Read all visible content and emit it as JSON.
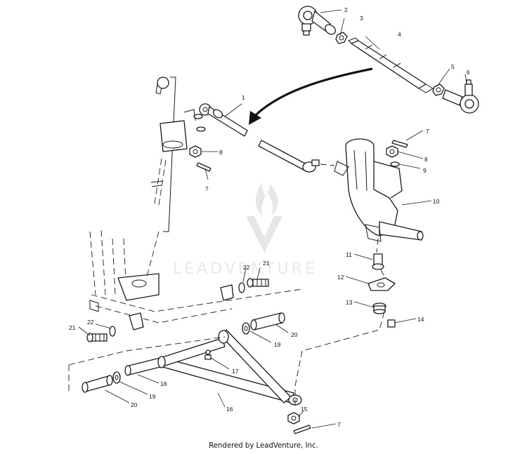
{
  "callouts": [
    {
      "id": "c1",
      "label": "1"
    },
    {
      "id": "c2",
      "label": "2"
    },
    {
      "id": "c3",
      "label": "3"
    },
    {
      "id": "c4",
      "label": "4"
    },
    {
      "id": "c5",
      "label": "5"
    },
    {
      "id": "c6",
      "label": "6"
    },
    {
      "id": "c7a",
      "label": "7"
    },
    {
      "id": "c8a",
      "label": "8"
    },
    {
      "id": "c9",
      "label": "9"
    },
    {
      "id": "c7b",
      "label": "7"
    },
    {
      "id": "c8b",
      "label": "8"
    },
    {
      "id": "c10",
      "label": "10"
    },
    {
      "id": "c11",
      "label": "11"
    },
    {
      "id": "c12",
      "label": "12"
    },
    {
      "id": "c13",
      "label": "13"
    },
    {
      "id": "c14",
      "label": "14"
    },
    {
      "id": "c15",
      "label": "15"
    },
    {
      "id": "c7c",
      "label": "7"
    },
    {
      "id": "c21a",
      "label": "21"
    },
    {
      "id": "c22a",
      "label": "22"
    },
    {
      "id": "c21b",
      "label": "21"
    },
    {
      "id": "c22b",
      "label": "22"
    },
    {
      "id": "c20a",
      "label": "20"
    },
    {
      "id": "c19a",
      "label": "19"
    },
    {
      "id": "c17",
      "label": "17"
    },
    {
      "id": "c18",
      "label": "18"
    },
    {
      "id": "c19b",
      "label": "19"
    },
    {
      "id": "c20b",
      "label": "20"
    },
    {
      "id": "c16",
      "label": "16"
    }
  ],
  "watermark": {
    "text": "LEADVENTURE"
  },
  "footer": {
    "text": "Rendered by LeadVenture, Inc."
  }
}
